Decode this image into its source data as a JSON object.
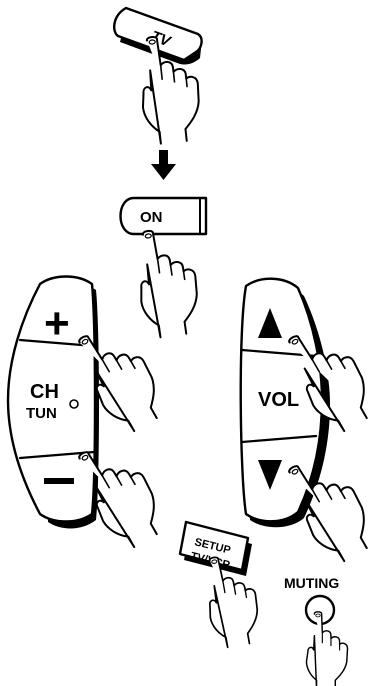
{
  "buttons": {
    "tv": "TV",
    "on": "ON",
    "ch": "CH",
    "tun": "TUN",
    "vol": "VOL",
    "setup_line1": "SETUP",
    "setup_line2": "TV/VCR",
    "muting": "MUTING"
  },
  "symbols": {
    "ch_up": "+",
    "ch_down": "−"
  },
  "icons": [
    "down-arrow-icon",
    "vol-up-triangle-icon",
    "vol-down-triangle-icon",
    "hand-press-icon"
  ]
}
